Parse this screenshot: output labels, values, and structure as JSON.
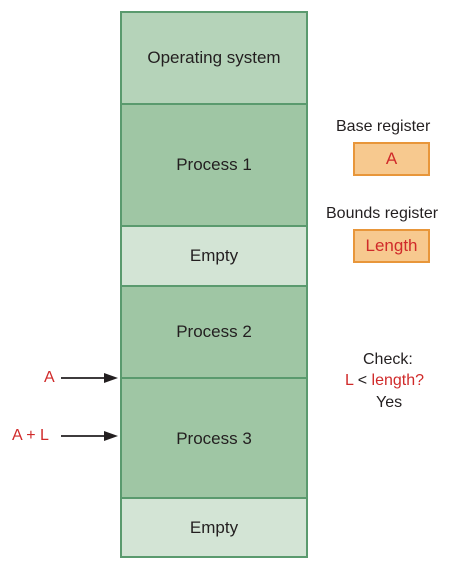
{
  "memory": {
    "segments": {
      "os": "Operating system",
      "process1": "Process 1",
      "empty1": "Empty",
      "process2": "Process 2",
      "process3": "Process 3",
      "empty2": "Empty"
    }
  },
  "registers": {
    "base_label": "Base register",
    "base_value": "A",
    "bounds_label": "Bounds register",
    "bounds_value": "Length"
  },
  "check": {
    "title": "Check:",
    "condition_l": "L",
    "condition_op": " < ",
    "condition_rhs": "length?",
    "result": "Yes"
  },
  "pointers": {
    "a_label": "A",
    "al_label": "A + L"
  },
  "colors": {
    "segment_dark": "#9fc6a4",
    "segment_light": "#d3e4d5",
    "segment_os": "#b5d3b9",
    "border": "#5a9a6e",
    "register_fill": "#f7c98f",
    "register_border": "#e8963a",
    "highlight_red": "#d02a2a"
  }
}
